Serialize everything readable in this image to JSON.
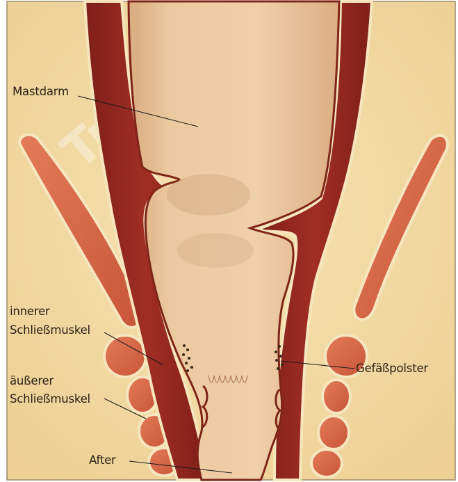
{
  "diagram": {
    "watermark": "Trias Verlag",
    "colors": {
      "background_tissue": "#f2d9a0",
      "rectum_fill": "#e9c196",
      "external_muscle": "#d86a4c",
      "internal_muscle": "#9a2a22",
      "mucosa_edge": "#7e2419",
      "label_line": "#1a1a1a"
    },
    "labels": {
      "rectum": "Mastdarm",
      "internal_sphincter_line1": "innerer",
      "internal_sphincter_line2": "Schließmuskel",
      "external_sphincter_line1": "äußerer",
      "external_sphincter_line2": "Schließmuskel",
      "anus": "After",
      "vascular_cushion": "Gefäßpolster"
    }
  }
}
